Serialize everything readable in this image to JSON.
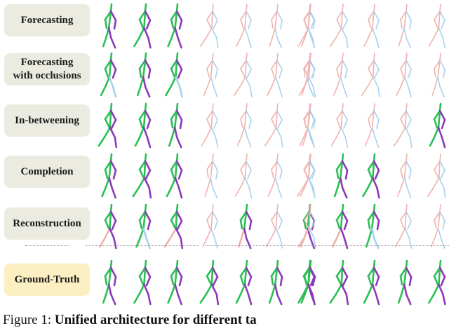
{
  "colors": {
    "green": "#2bbf55",
    "purple": "#8a3ab9",
    "pink": "#f0b2ad",
    "blue": "#a8d1ee",
    "label_bg": "#ebebe1",
    "gt_bg": "#fcefc2"
  },
  "rows": [
    {
      "label": "Forecasting",
      "frames": [
        "solid",
        "solid",
        "solid",
        "faded",
        "faded",
        "faded",
        "faded",
        "faded",
        "faded",
        "faded",
        "faded",
        "faded"
      ]
    },
    {
      "label": "Forecasting\nwith occlusions",
      "frames": [
        "partial",
        "solid",
        "partial",
        "faded",
        "faded",
        "faded",
        "faded",
        "faded",
        "faded",
        "faded",
        "faded",
        "faded"
      ]
    },
    {
      "label": "In-betweening",
      "frames": [
        "solid",
        "solid",
        "solid",
        "faded",
        "faded",
        "faded",
        "faded",
        "faded",
        "faded",
        "faded",
        "faded",
        "solid"
      ]
    },
    {
      "label": "Completion",
      "frames": [
        "solid",
        "solid",
        "solid",
        "faded",
        "faded",
        "faded",
        "faded",
        "faded",
        "legs",
        "legs",
        "faded",
        "faded"
      ]
    },
    {
      "label": "Reconstruction",
      "frames": [
        "partial",
        "partial",
        "partial",
        "faded",
        "partial",
        "faded",
        "partial",
        "faded",
        "partial",
        "partial",
        "faded",
        "faded"
      ]
    },
    {
      "label": "Ground-Truth",
      "frames": [
        "solid",
        "solid",
        "solid",
        "solid",
        "solid",
        "solid",
        "solid",
        "solid",
        "solid",
        "solid",
        "solid",
        "solid"
      ]
    }
  ],
  "caption": {
    "prefix": "Figure 1:",
    "bold": "Unified architecture for different ta"
  }
}
